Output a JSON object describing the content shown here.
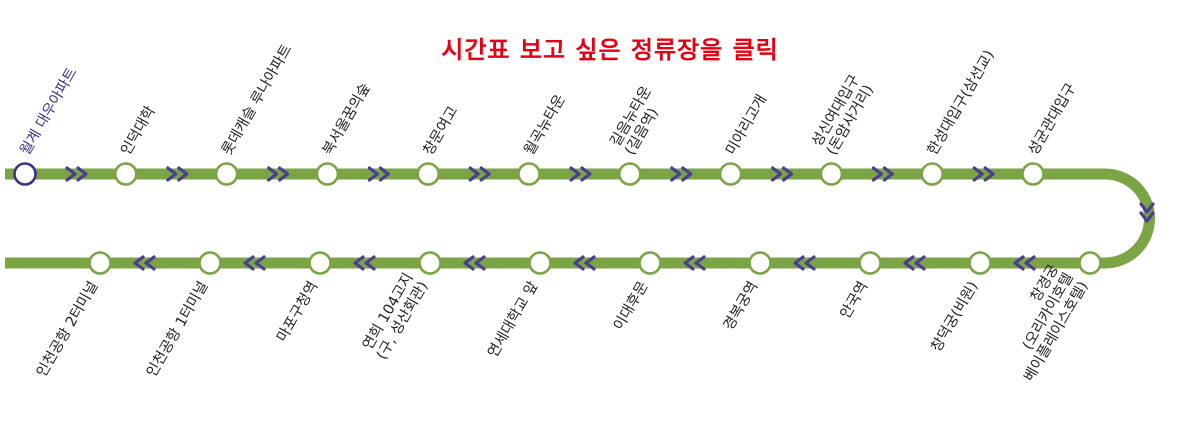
{
  "title": "시간표 보고 싶은 정류장을 클릭",
  "colors": {
    "line": "#7ba444",
    "title": "#e60012",
    "arrow": "#4b3d96",
    "first_stop_border": "#3e2f8a",
    "first_label": "#3e2f8a",
    "label": "#222222"
  },
  "top_row": [
    {
      "label": "월계 대우아파트",
      "current": true
    },
    {
      "label": "인덕대학"
    },
    {
      "label": "롯데캐슬 루나아파트"
    },
    {
      "label": "북서울꿈의숲"
    },
    {
      "label": "창문여고"
    },
    {
      "label": "월곡뉴타운"
    },
    {
      "label": "길음뉴타운\n(길음역)"
    },
    {
      "label": "미아리고개"
    },
    {
      "label": "성신여대입구\n(돈암사거리)"
    },
    {
      "label": "한성대입구(삼선교)"
    },
    {
      "label": "성균관대입구"
    }
  ],
  "bottom_row": [
    {
      "label": "인천공항 2터미널"
    },
    {
      "label": "인천공항 1터미널"
    },
    {
      "label": "마포구청역"
    },
    {
      "label": "연희 104고지\n(구, 성산회관)"
    },
    {
      "label": "연세대학교 앞"
    },
    {
      "label": "이대후문"
    },
    {
      "label": "경복궁역"
    },
    {
      "label": "안국역"
    },
    {
      "label": "창덕궁(비원)"
    },
    {
      "label": "창경궁\n(오리카이호텔\n베이플레이스호텔)"
    }
  ]
}
